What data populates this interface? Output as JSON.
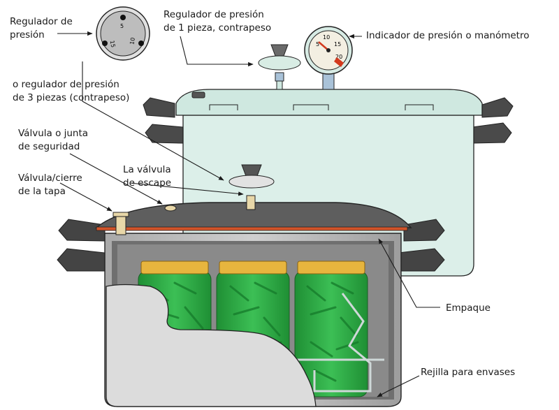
{
  "labels": {
    "pressure_regulator": "Regulador de\npresión",
    "one_piece_regulator": "Regulador de presión\nde 1 pieza, contrapeso",
    "pressure_gauge": "Indicador de presión o manómetro",
    "three_piece_regulator": "o regulador de presión\nde 3 piezas (contrapeso)",
    "safety_valve": "Válvula o junta\nde seguridad",
    "lid_lock": "Válvula/cierre\nde la tapa",
    "vent_valve": "La válvula\nde escape",
    "gasket": "Empaque",
    "jar_rack": "Rejilla para envases"
  },
  "dial_numbers": {
    "top": "5",
    "left": "15",
    "right": "10"
  },
  "gauge_numbers": [
    "5",
    "10",
    "15",
    "20"
  ],
  "colors": {
    "pot_gray": "#bdbdbd",
    "lid_dark": "#5e5e5e",
    "back_pot": "#dcefe9",
    "gasket": "#d2542a",
    "jar_green": "#2fa845",
    "jar_lid_gold": "#e7b53e",
    "handle": "#444444",
    "needle": "#d33a1e"
  },
  "icons": [
    "pressure-dial-icon",
    "weight-regulator-icon",
    "gauge-icon",
    "jar-icon"
  ]
}
